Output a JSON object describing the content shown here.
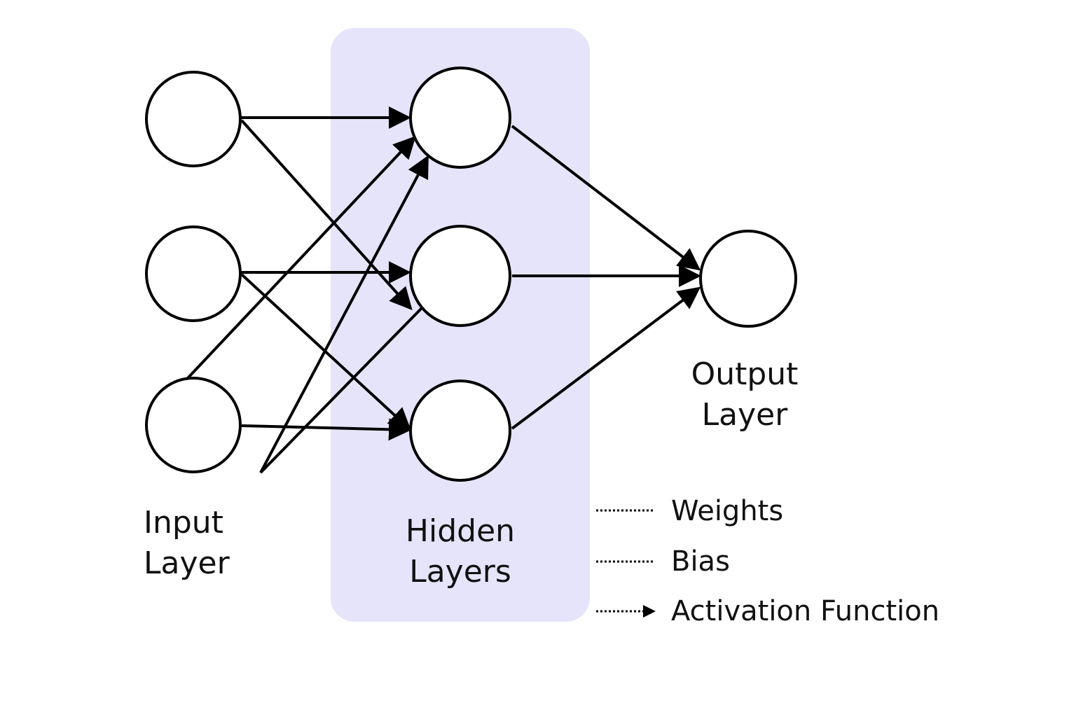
{
  "labels": {
    "input_line1": "Input",
    "input_line2": "Layer",
    "hidden_line1": "Hidden",
    "hidden_line2": "Layers",
    "output_line1": "Output",
    "output_line2": "Layer"
  },
  "legend": {
    "weights": "Weights",
    "bias": "Bias",
    "activation": "Activation Function"
  },
  "colors": {
    "hidden_panel": "#e6e4fb",
    "stroke": "#000000",
    "node_fill": "#ffffff"
  }
}
